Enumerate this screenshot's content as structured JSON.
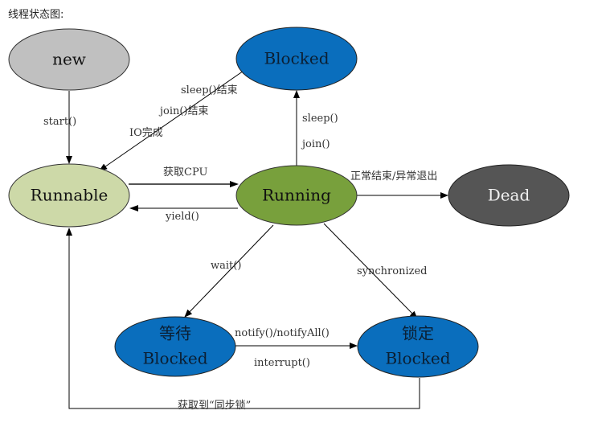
{
  "caption": "线程状态图:",
  "nodes": {
    "new": {
      "label": "new",
      "fill": "#c0c0c0",
      "text_color": "#111111"
    },
    "blocked_top": {
      "label": "Blocked",
      "fill": "#0a6ebd",
      "text_color": "#0b1f33"
    },
    "runnable": {
      "label": "Runnable",
      "fill": "#cdd9a8",
      "text_color": "#111111"
    },
    "running": {
      "label": "Running",
      "fill": "#78a03c",
      "text_color": "#111111"
    },
    "dead": {
      "label": "Dead",
      "fill": "#555555",
      "text_color": "#f0f0f0"
    },
    "waiting": {
      "label_line1": "等待",
      "label_line2": "Blocked",
      "fill": "#0a6ebd",
      "text_color": "#0b1f33"
    },
    "locked": {
      "label_line1": "锁定",
      "label_line2": "Blocked",
      "fill": "#0a6ebd",
      "text_color": "#0b1f33"
    }
  },
  "edges": {
    "start": "start()",
    "blocked_to_runnable_1": "sleep()结束",
    "blocked_to_runnable_2": "join()结束",
    "blocked_to_runnable_3": "IO完成",
    "running_to_blocked_1": "sleep()",
    "running_to_blocked_2": "join()",
    "get_cpu": "获取CPU",
    "yield": "yield()",
    "exit": "正常结束/异常退出",
    "wait": "wait()",
    "synchronized": "synchronized",
    "notify": "notify()/notifyAll()",
    "interrupt": "interrupt()",
    "acquire_lock": "获取到“同步锁”"
  }
}
